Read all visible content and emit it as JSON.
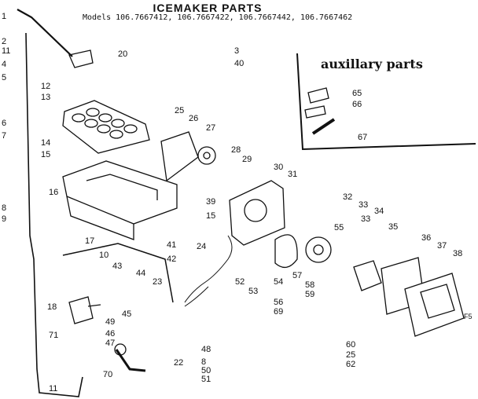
{
  "title": "ICEMAKER PARTS",
  "models": "Models 106.7667412, 106.7667422, 106.7667442, 106.7667462",
  "auxiliary_title": "auxillary parts",
  "corner_mark": "F5",
  "callouts": [
    "1",
    "2",
    "11",
    "4",
    "5",
    "6",
    "7",
    "8",
    "9",
    "12",
    "13",
    "14",
    "15",
    "16",
    "17",
    "10",
    "20",
    "3",
    "40",
    "25",
    "26",
    "27",
    "28",
    "29",
    "30",
    "31",
    "39",
    "15",
    "24",
    "41",
    "42",
    "43",
    "44",
    "23",
    "45",
    "18",
    "49",
    "46",
    "47",
    "71",
    "70",
    "11",
    "22",
    "52",
    "53",
    "48",
    "8",
    "50",
    "51",
    "54",
    "55",
    "56",
    "69",
    "32",
    "33",
    "34",
    "33",
    "35",
    "36",
    "37",
    "38",
    "57",
    "58",
    "59",
    "60",
    "25",
    "62",
    "65",
    "66",
    "67"
  ]
}
